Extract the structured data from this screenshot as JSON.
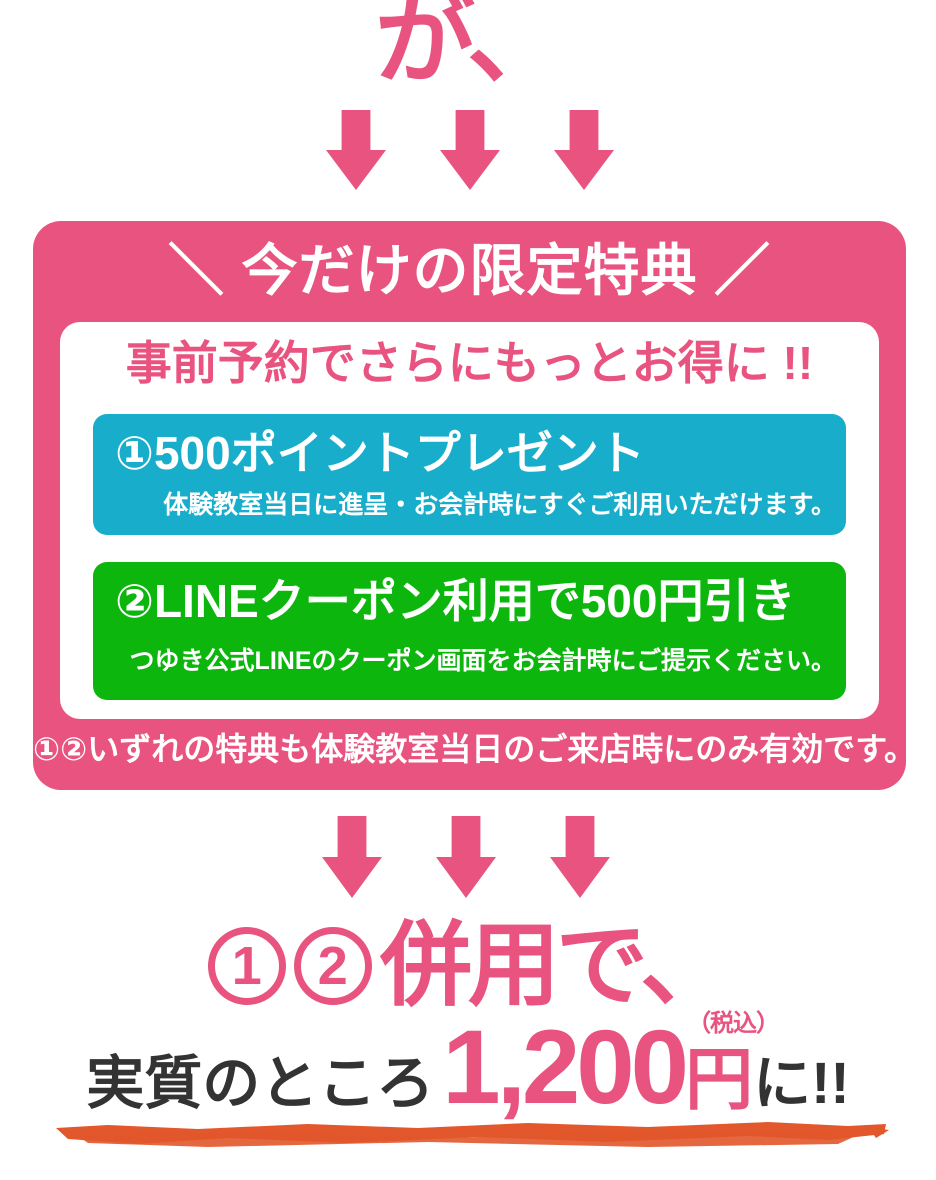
{
  "colors": {
    "pink": "#e8537f",
    "cyan": "#18aecb",
    "green": "#0db60d",
    "orange": "#e2572b",
    "dark": "#333333",
    "white": "#ffffff"
  },
  "lead": {
    "text": "が、"
  },
  "promo_box": {
    "title": "＼ 今だけの限定特典 ／",
    "subtitle": "事前予約でさらにもっとお得に !!",
    "benefits": [
      {
        "title": "①500ポイントプレゼント",
        "description": "体験教室当日に進呈・お会計時にすぐご利用いただけます。",
        "color": "#18aecb"
      },
      {
        "title": "②LINEクーポン利用で500円引き",
        "description": "つゆき公式LINEのクーポン画面をお会計時にご提示ください。",
        "color": "#0db60d"
      }
    ],
    "note": "①②いずれの特典も体験教室当日のご来店時にのみ有効です。"
  },
  "combine": {
    "circled_numbers": [
      "1",
      "2"
    ],
    "text": "併用で、"
  },
  "price": {
    "prefix": "実質のところ",
    "amount": "1,200",
    "unit": "円",
    "tax_note": "（税込）",
    "suffix": "に!!"
  }
}
